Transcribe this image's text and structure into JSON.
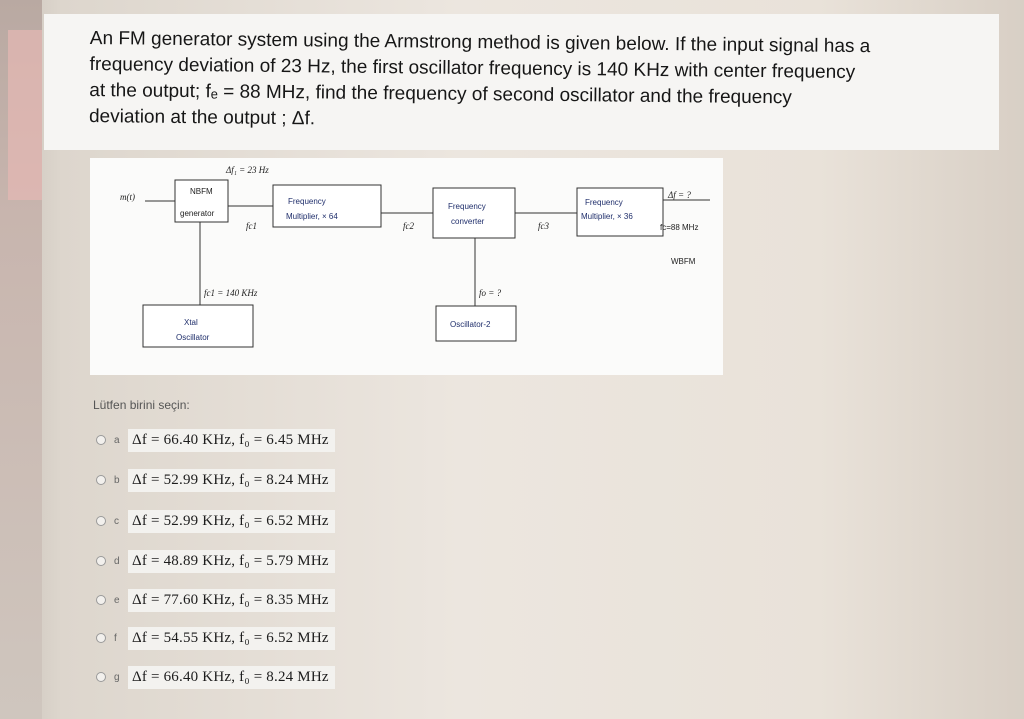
{
  "question": {
    "lines": [
      "An FM generator system using the Armstrong method is given below. If the input signal has a",
      "frequency deviation of 23 Hz, the first oscillator frequency is 140 KHz with center frequency",
      "at the output; fₑ = 88 MHz, find the frequency of second oscillator and the frequency",
      "deviation at the output ; Δf."
    ]
  },
  "diagram": {
    "df1": "Δf₁ = 23 Hz",
    "input": "m(t)",
    "nbfm_line1": "NBFM",
    "nbfm_line2": "generator",
    "mult1_line1": "Frequency",
    "mult1_line2": "Multiplier, × 64",
    "conv_line1": "Frequency",
    "conv_line2": "converter",
    "mult2_line1": "Frequency",
    "mult2_line2": "Multiplier, × 36",
    "fc1": "fc1",
    "fc2": "fc2",
    "fc3": "fc3",
    "df_out": "Δf = ?",
    "fc_out": "fc=88 MHz",
    "wbfm": "WBFM",
    "fc1_val": "fc1 = 140 KHz",
    "fo_val": "fo = ?",
    "xtal_line1": "Xtal",
    "xtal_line2": "Oscillator",
    "osc2": "Oscillator-2"
  },
  "choose_label": "Lütfen birini seçin:",
  "options": [
    {
      "letter": "a",
      "text": "Δf = 66.40 KHz, f₀ = 6.45 MHz"
    },
    {
      "letter": "b",
      "text": "Δf = 52.99 KHz, f₀ = 8.24 MHz"
    },
    {
      "letter": "c",
      "text": "Δf = 52.99 KHz, f₀ = 6.52 MHz"
    },
    {
      "letter": "d",
      "text": "Δf = 48.89 KHz, f₀ = 5.79 MHz"
    },
    {
      "letter": "e",
      "text": "Δf = 77.60 KHz, f₀ = 8.35 MHz"
    },
    {
      "letter": "f",
      "text": "Δf = 54.55 KHz, f₀ = 6.52 MHz"
    },
    {
      "letter": "g",
      "text": "Δf = 66.40 KHz, f₀ = 8.24 MHz"
    }
  ]
}
